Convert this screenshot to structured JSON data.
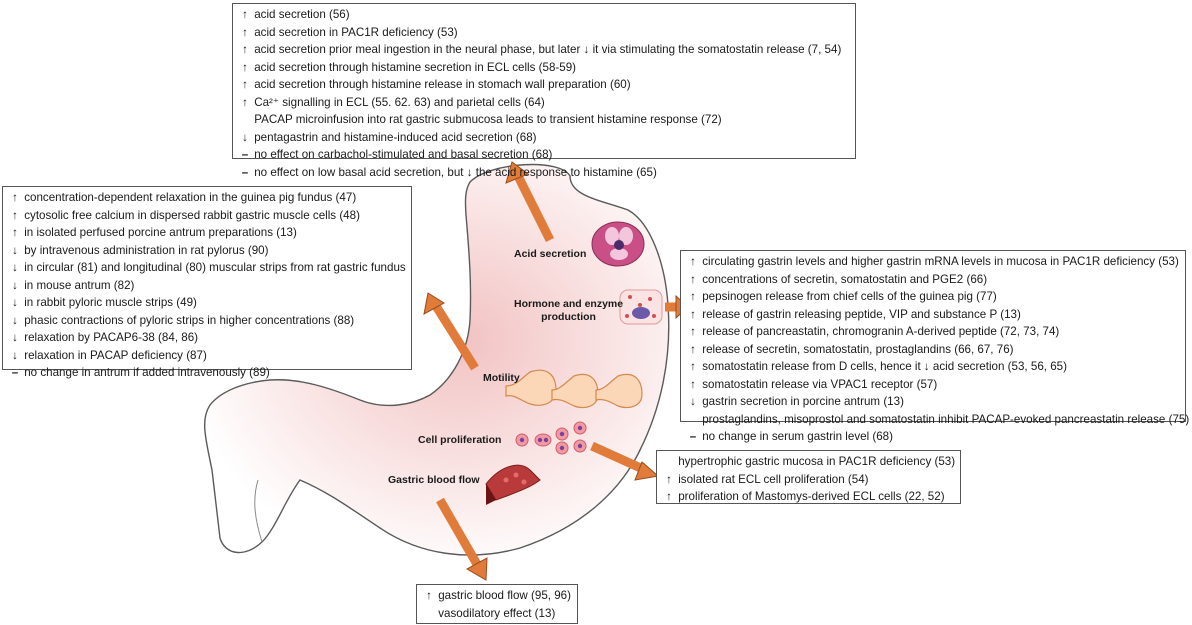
{
  "labels": {
    "acid_secretion": "Acid secretion",
    "hormone_line1": "Hormone and enzyme",
    "hormone_line2": "production",
    "motility": "Motility",
    "cell_proliferation": "Cell proliferation",
    "gastric_blood_flow": "Gastric blood flow"
  },
  "colors": {
    "arrow": "#e07b39",
    "stomach_edge": "#5a5a5a",
    "stomach_fill": "#f7d9d9",
    "box_border": "#555555"
  },
  "boxes": {
    "acid": [
      {
        "s": "↑",
        "t": "acid secretion (56)"
      },
      {
        "s": "↑",
        "t": "acid secretion in PAC1R deficiency (53)"
      },
      {
        "s": "↑",
        "t": "acid secretion prior meal ingestion in the neural phase, but later ↓ it via stimulating the somatostatin release  (7, 54)"
      },
      {
        "s": "↑",
        "t": "acid secretion through histamine secretion in ECL cells (58-59)"
      },
      {
        "s": "↑",
        "t": "acid secretion through histamine release in stomach wall preparation (60)"
      },
      {
        "s": "↑",
        "t": "Ca²⁺ signalling in ECL (55. 62. 63) and parietal cells (64)"
      },
      {
        "s": "",
        "t": "PACAP microinfusion into rat gastric submucosa leads to transient histamine response (72)"
      },
      {
        "s": "↓",
        "t": "  pentagastrin and histamine-induced acid secretion (68)"
      },
      {
        "s": "–",
        "t": "no effect on carbachol-stimulated and basal secretion (68)"
      },
      {
        "s": "–",
        "t": "no effect on low basal acid secretion, but ↓ the acid response to histamine (65)"
      }
    ],
    "motility": [
      {
        "s": "↑",
        "t": "concentration-dependent relaxation in the guinea pig fundus (47)"
      },
      {
        "s": "↑",
        "t": "cytosolic free calcium in dispersed rabbit gastric muscle cells (48)"
      },
      {
        "s": "↑",
        "t": "in isolated perfused porcine antrum preparations (13)"
      },
      {
        "s": "↓",
        "t": "by intravenous administration in rat pylorus (90)"
      },
      {
        "s": "↓",
        "t": "in circular (81) and longitudinal (80) muscular strips from rat gastric fundus"
      },
      {
        "s": "↓",
        "t": "in mouse antrum (82)"
      },
      {
        "s": "↓",
        "t": "in rabbit pyloric muscle strips (49)"
      },
      {
        "s": "↓",
        "t": "phasic contractions of pyloric strips in higher concentrations (88)"
      },
      {
        "s": "↓",
        "t": "relaxation by PACAP6-38 (84, 86)"
      },
      {
        "s": "↓",
        "t": "  relaxation in PACAP deficiency (87)"
      },
      {
        "s": "–",
        "t": "no change in antrum if added intravenously (89)"
      }
    ],
    "hormone": [
      {
        "s": "↑",
        "t": "circulating gastrin levels and higher gastrin mRNA levels in mucosa in PAC1R deficiency (53)"
      },
      {
        "s": "↑",
        "t": "concentrations of secretin, somatostatin and PGE2 (66)"
      },
      {
        "s": "↑",
        "t": "pepsinogen release from chief cells of the guinea pig (77)"
      },
      {
        "s": "↑",
        "t": "release of gastrin releasing peptide, VIP and substance P (13)"
      },
      {
        "s": "↑",
        "t": "release of pancreastatin, chromogranin A-derived peptide (72, 73, 74)"
      },
      {
        "s": "↑",
        "t": "release of secretin, somatostatin, prostaglandins (66, 67, 76)"
      },
      {
        "s": "↑",
        "t": "somatostatin release from D cells, hence it ↓ acid secretion (53, 56, 65)"
      },
      {
        "s": "↑",
        "t": "somatostatin release via VPAC1 receptor (57)"
      },
      {
        "s": "↓",
        "t": "gastrin secretion in porcine antrum (13)"
      },
      {
        "s": "",
        "t": "prostaglandins, misoprostol and somatostatin inhibit PACAP-evoked pancreastatin release (75)"
      },
      {
        "s": "–",
        "t": "no change in serum gastrin level (68)"
      }
    ],
    "proliferation": [
      {
        "s": "",
        "t": "hypertrophic gastric mucosa in PAC1R deficiency (53)"
      },
      {
        "s": "↑",
        "t": "isolated rat ECL cell proliferation (54)"
      },
      {
        "s": "↑",
        "t": "proliferation of Mastomys-derived ECL cells (22, 52)"
      }
    ],
    "bloodflow": [
      {
        "s": "↑",
        "t": "gastric blood flow (95, 96)"
      },
      {
        "s": "",
        "t": "vasodilatory effect (13)"
      }
    ]
  }
}
